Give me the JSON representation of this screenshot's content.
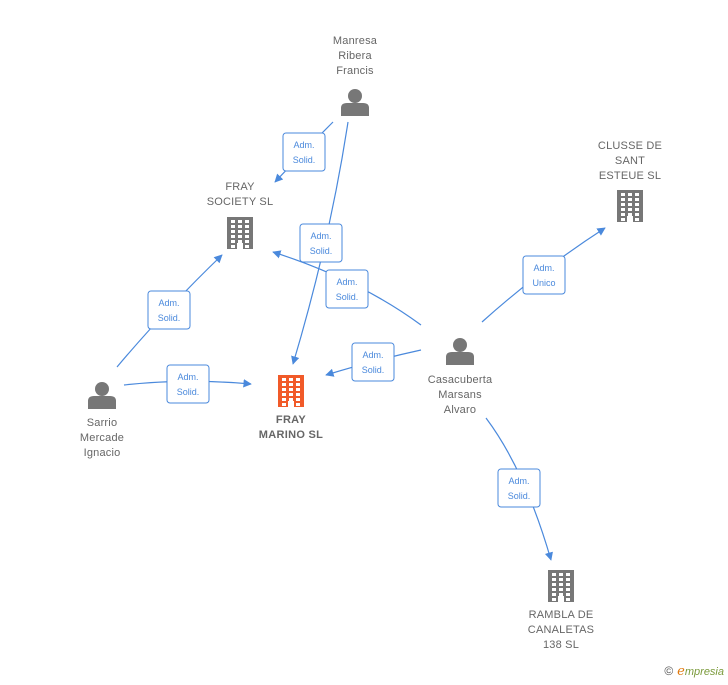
{
  "persons": [
    {
      "id": "manresa",
      "lines": [
        "Manresa",
        "Ribera",
        "Francis"
      ]
    },
    {
      "id": "sarrio",
      "lines": [
        "Sarrio",
        "Mercade",
        "Ignacio"
      ]
    },
    {
      "id": "casacuberta",
      "lines": [
        "Casacuberta",
        "Marsans",
        "Alvaro"
      ]
    }
  ],
  "companies": [
    {
      "id": "fray_society",
      "lines": [
        "FRAY",
        "SOCIETY  SL"
      ],
      "main": false
    },
    {
      "id": "fray_marino",
      "lines": [
        "FRAY",
        "MARINO  SL"
      ],
      "main": true
    },
    {
      "id": "clusse",
      "lines": [
        "CLUSSE DE",
        "SANT",
        "ESTEUE  SL"
      ],
      "main": false
    },
    {
      "id": "rambla",
      "lines": [
        "RAMBLA DE",
        "CANALETAS",
        "138  SL"
      ],
      "main": false
    }
  ],
  "relations": [
    {
      "id": "r1",
      "lines": [
        "Adm.",
        "Solid."
      ]
    },
    {
      "id": "r2",
      "lines": [
        "Adm.",
        "Solid."
      ]
    },
    {
      "id": "r3",
      "lines": [
        "Adm.",
        "Solid."
      ]
    },
    {
      "id": "r4",
      "lines": [
        "Adm.",
        "Solid."
      ]
    },
    {
      "id": "r5",
      "lines": [
        "Adm.",
        "Solid."
      ]
    },
    {
      "id": "r6",
      "lines": [
        "Adm.",
        "Solid."
      ]
    },
    {
      "id": "r7",
      "lines": [
        "Adm.",
        "Unico"
      ]
    },
    {
      "id": "r8",
      "lines": [
        "Adm.",
        "Solid."
      ]
    }
  ],
  "colors": {
    "edge": "#4a89dc",
    "node_gray": "#777777",
    "main_company": "#f15a29"
  },
  "footer": {
    "copyright": "©",
    "brand_initial": "e",
    "brand_rest": "mpresia"
  }
}
